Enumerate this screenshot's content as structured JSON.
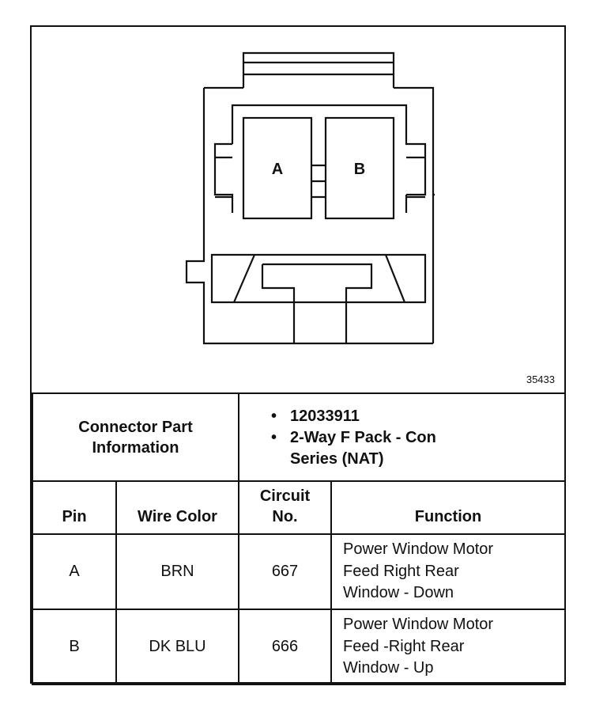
{
  "figure": {
    "cavity_labels": [
      "A",
      "B"
    ],
    "figure_number": "35433"
  },
  "connector_info": {
    "label_lines": [
      "Connector Part",
      "Information"
    ],
    "items": [
      {
        "lines": [
          "12033911"
        ]
      },
      {
        "lines": [
          "2-Way F Pack - Con",
          "Series (NAT)"
        ]
      }
    ]
  },
  "pin_table": {
    "headers": {
      "pin": "Pin",
      "wire_color": "Wire Color",
      "circuit_line1": "Circuit",
      "circuit_line2": "No.",
      "function": "Function"
    },
    "rows": [
      {
        "pin": "A",
        "wire_color": "BRN",
        "circuit": "667",
        "function_lines": [
          "Power Window Motor",
          "Feed Right Rear",
          "Window - Down"
        ]
      },
      {
        "pin": "B",
        "wire_color": "DK BLU",
        "circuit": "666",
        "function_lines": [
          "Power Window Motor",
          "Feed -Right Rear",
          "Window - Up"
        ]
      }
    ]
  }
}
